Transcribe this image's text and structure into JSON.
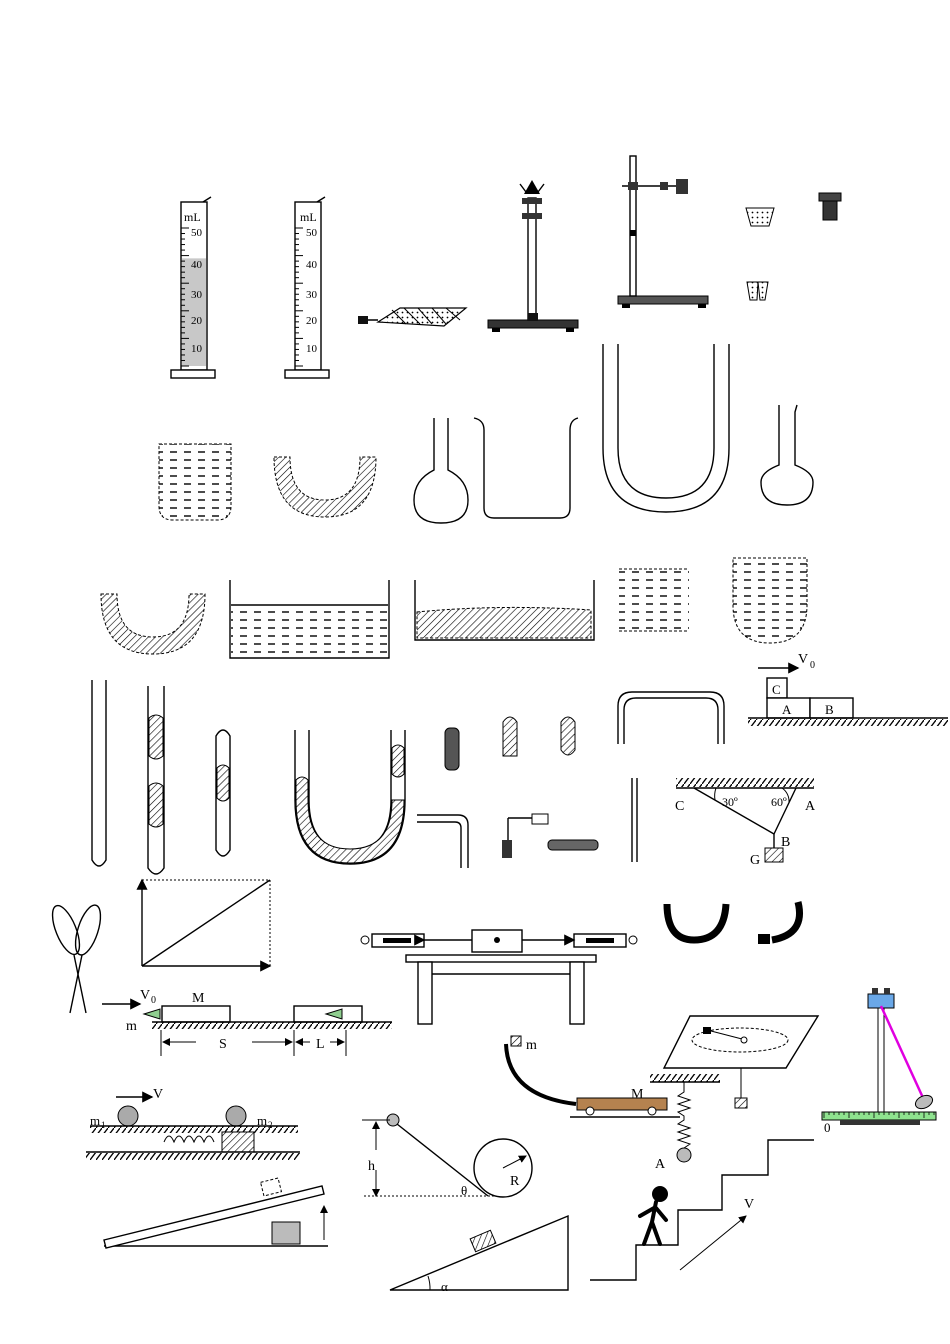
{
  "colors": {
    "stroke": "#000000",
    "liquid_gray": "#c8c8c8",
    "wood": "#b5824f",
    "ruler_green": "#8fe38f",
    "laser_magenta": "#e000e0",
    "clamp_blue": "#6aa8e8"
  },
  "cylinders": {
    "unit": "mL",
    "ticks": [
      "50",
      "40",
      "30",
      "20",
      "10"
    ],
    "fill_fraction_left": 0.78
  },
  "labels": {
    "v0_block": "V",
    "v0_sub": "0",
    "block_c": "C",
    "block_a": "A",
    "block_b": "B",
    "tri_c": "C",
    "tri_a": "A",
    "tri_b": "B",
    "tri_g": "G",
    "angle_30": "30º",
    "angle_60": "60º",
    "plank_v0": "V",
    "plank_v0_sub": "0",
    "plank_m_big": "M",
    "plank_m_small": "m",
    "plank_s": "S",
    "plank_l": "L",
    "spring_v": "V",
    "spring_m1": "m",
    "spring_m1_sub": "1",
    "spring_m2": "m",
    "spring_m2_sub": "2",
    "track_m": "m",
    "cart_m": "M",
    "spring_a": "A",
    "incline_h": "h",
    "incline_theta": "θ",
    "incline_r": "R",
    "wedge_alpha": "α",
    "stairs_v": "V",
    "ruler_zero": "0"
  }
}
